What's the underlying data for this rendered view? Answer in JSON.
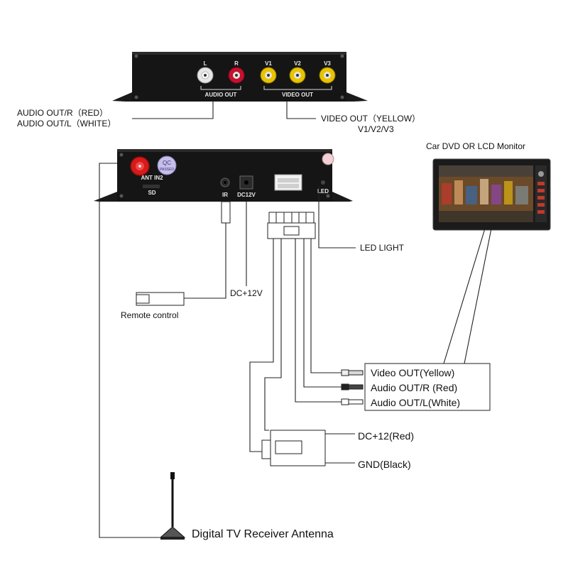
{
  "top_device": {
    "jack_labels": {
      "l": "L",
      "r": "R",
      "v1": "V1",
      "v2": "V2",
      "v3": "V3"
    },
    "group_audio": "AUDIO  OUT",
    "group_video": "VIDEO  OUT"
  },
  "front_device": {
    "ant_label": "ANT IN2",
    "qc_text": "QC",
    "qc_sub": "PASSED",
    "sd_label": "SD",
    "ir_label": "IR",
    "dc_label": "DC12V",
    "led_label": "LED"
  },
  "callouts": {
    "audio_out_r": "AUDIO OUT/R（RED）",
    "audio_out_l": "AUDIO OUT/L（WHITE）",
    "video_out": "VIDEO OUT（YELLOW）",
    "video_out_sub": "V1/V2/V3",
    "monitor_title": "Car DVD OR LCD Monitor",
    "led_light": "LED LIGHT",
    "dc12v": "DC+12V",
    "remote_control": "Remote control",
    "video_out_yellow": "Video OUT(Yellow)",
    "audio_out_r_red": "Audio OUT/R (Red)",
    "audio_out_l_white": "Audio OUT/L(White)",
    "dc12_red": "DC+12(Red)",
    "gnd_black": "GND(Black)",
    "antenna": "Digital TV Receiver Antenna"
  },
  "colors": {
    "device_body": "#151515",
    "jack_red": "#c8102e",
    "jack_yellow": "#e8c400",
    "jack_white": "#e6e6e6",
    "ant_connector": "#d61a1a"
  }
}
